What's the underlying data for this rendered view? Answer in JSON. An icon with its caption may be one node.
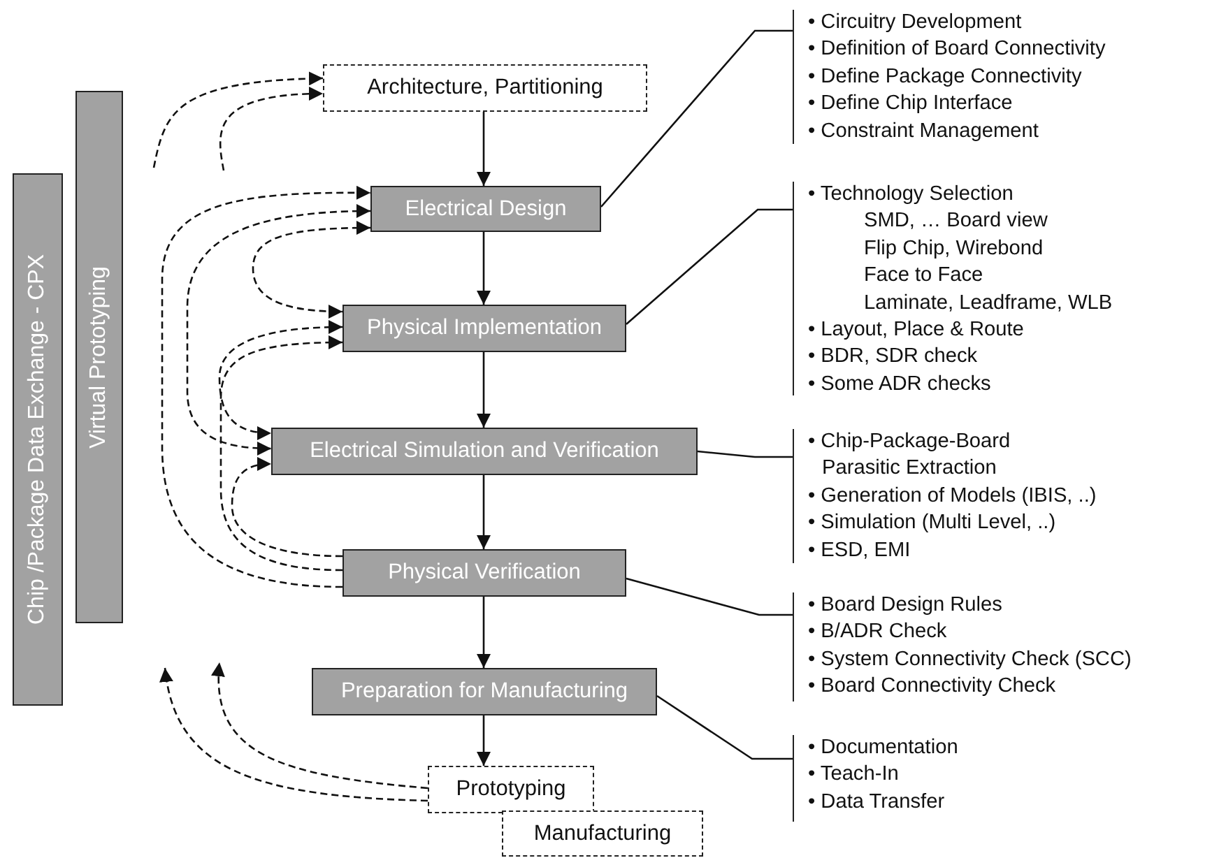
{
  "diagram": {
    "nodes": [
      {
        "text": [
          "Chip /Package Data Exchange - CPX"
        ]
      },
      {
        "text": [
          "Virtual Prototyping"
        ]
      },
      {
        "text": [
          "Architecture, Partitioning"
        ]
      },
      {
        "text": [
          "Electrical Design"
        ]
      },
      {
        "text": [
          "Physical Implementation"
        ]
      },
      {
        "text": [
          "Electrical Simulation and Verification"
        ]
      },
      {
        "text": [
          "Physical Verification"
        ]
      },
      {
        "text": [
          "Preparation for Manufacturing"
        ]
      },
      {
        "text": [
          "Prototyping"
        ]
      },
      {
        "text": [
          "Manufacturing"
        ]
      },
      {
        "text": [
          "• Circuitry Development",
          "• Definition of Board Connectivity",
          "• Define Package Connectivity",
          "• Define Chip Interface",
          "• Constraint Management"
        ]
      },
      {
        "text": [
          "• Technology Selection",
          "SMD, … Board view",
          "Flip Chip, Wirebond",
          "Face to Face",
          "Laminate, Leadframe, WLB",
          "• Layout, Place & Route",
          "• BDR, SDR check",
          "• Some ADR checks"
        ]
      },
      {
        "text": [
          "• Chip-Package-Board Parasitic Extraction",
          "• Generation of Models (IBIS, ..)",
          "• Simulation (Multi Level, ..)",
          "• ESD, EMI"
        ]
      },
      {
        "text": [
          "• Board Design Rules",
          "• B/ADR Check",
          "• System Connectivity Check (SCC)",
          "• Board Connectivity Check"
        ]
      },
      {
        "text": [
          "• Documentation",
          "• Teach-In",
          "• Data Transfer"
        ]
      }
    ],
    "edges": [
      {
        "from": 2,
        "to": 3,
        "arrow": "to"
      },
      {
        "from": 3,
        "to": 4,
        "arrow": "to"
      },
      {
        "from": 4,
        "to": 5,
        "arrow": "to"
      },
      {
        "from": 5,
        "to": 6,
        "arrow": "to"
      },
      {
        "from": 6,
        "to": 7,
        "arrow": "to"
      },
      {
        "from": 7,
        "to": 8,
        "arrow": "to"
      },
      {
        "from": 3,
        "to": 10,
        "arrow": "none"
      },
      {
        "from": 4,
        "to": 11,
        "arrow": "none"
      },
      {
        "from": 5,
        "to": 12,
        "arrow": "none"
      },
      {
        "from": 6,
        "to": 13,
        "arrow": "none"
      },
      {
        "from": 7,
        "to": 14,
        "arrow": "none"
      },
      {
        "from": 6,
        "to": 3,
        "arrow": "to",
        "style": "dashed"
      },
      {
        "from": 6,
        "to": 4,
        "arrow": "to",
        "style": "dashed"
      },
      {
        "from": 6,
        "to": 5,
        "arrow": "to",
        "style": "dashed"
      },
      {
        "from": 3,
        "to": 4,
        "arrow": "both",
        "style": "dashed"
      },
      {
        "from": 3,
        "to": 5,
        "arrow": "both",
        "style": "dashed"
      },
      {
        "from": 4,
        "to": 5,
        "arrow": "both",
        "style": "dashed"
      },
      {
        "from": null,
        "to": 2,
        "arrow": "to",
        "style": "dashed"
      },
      {
        "from": null,
        "to": 2,
        "arrow": "to",
        "style": "dashed"
      },
      {
        "from": 8,
        "to": null,
        "arrow": "to",
        "style": "dashed"
      },
      {
        "from": 8,
        "to": null,
        "arrow": "to",
        "style": "dashed"
      }
    ]
  }
}
